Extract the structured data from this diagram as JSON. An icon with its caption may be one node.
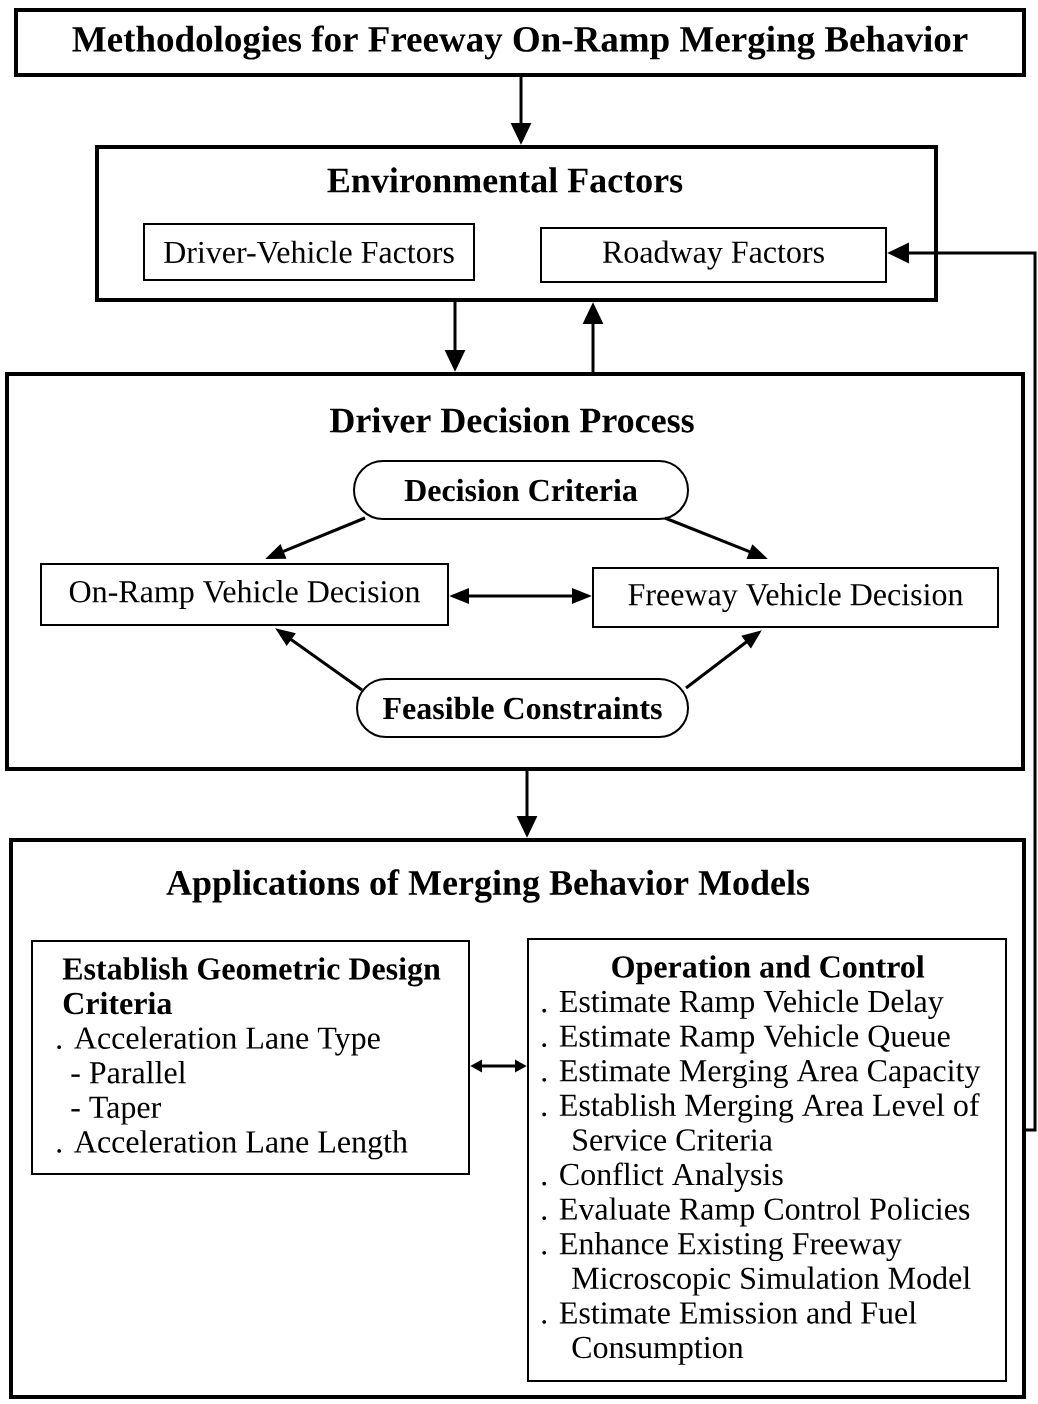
{
  "diagram": {
    "nodes": [
      {
        "text": [
          "Methodologies for Freeway On-Ramp Merging Behavior"
        ]
      },
      {
        "text": [
          "Environmental Factors"
        ]
      },
      {
        "text": [
          "Driver-Vehicle Factors"
        ],
        "in": 1
      },
      {
        "text": [
          "Roadway Factors"
        ],
        "in": 1
      },
      {
        "text": [
          "Driver Decision Process"
        ]
      },
      {
        "text": [
          "Decision Criteria"
        ],
        "in": 4
      },
      {
        "text": [
          "On-Ramp Vehicle Decision"
        ],
        "in": 4
      },
      {
        "text": [
          "Freeway Vehicle Decision"
        ],
        "in": 4
      },
      {
        "text": [
          "Feasible Constraints"
        ],
        "in": 4
      },
      {
        "text": [
          "Applications of Merging Behavior Models"
        ]
      },
      {
        "text": [
          "Establish Geometric Design Criteria",
          ". Acceleration Lane Type",
          "- Parallel",
          "- Taper",
          ". Acceleration Lane Length"
        ],
        "in": 9
      },
      {
        "text": [
          "Operation and Control",
          ". Estimate Ramp Vehicle Delay",
          ". Estimate Ramp Vehicle Queue",
          ". Estimate Merging Area Capacity",
          ". Establish Merging Area Level of Service Criteria",
          ". Conflict Analysis",
          ". Evaluate Ramp Control Policies",
          ". Enhance Existing Freeway Microscopic Simulation Model",
          ". Estimate Emission and Fuel Consumption"
        ],
        "in": 9
      }
    ],
    "edges": [
      {
        "from": 0,
        "to": 1,
        "arrow": "to"
      },
      {
        "from": 1,
        "to": 4,
        "arrow": "to"
      },
      {
        "from": 4,
        "to": 1,
        "arrow": "to"
      },
      {
        "from": 5,
        "to": 6,
        "arrow": "to"
      },
      {
        "from": 5,
        "to": 7,
        "arrow": "to"
      },
      {
        "from": 6,
        "to": 7,
        "arrow": "both"
      },
      {
        "from": 8,
        "to": 6,
        "arrow": "to"
      },
      {
        "from": 8,
        "to": 7,
        "arrow": "to"
      },
      {
        "from": 4,
        "to": 9,
        "arrow": "to"
      },
      {
        "from": 10,
        "to": 11,
        "arrow": "both"
      },
      {
        "from": 9,
        "to": 3,
        "arrow": "to"
      }
    ]
  }
}
